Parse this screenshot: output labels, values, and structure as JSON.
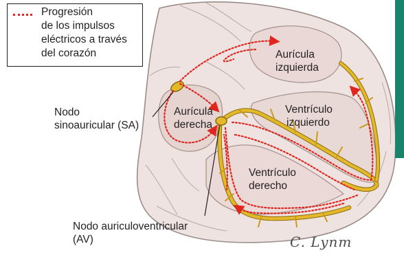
{
  "legend": {
    "line_style": "dotted",
    "line_color": "#e0261f",
    "lines": [
      "Progresión",
      "de los impulsos",
      "eléctricos a través",
      "del corazón"
    ]
  },
  "labels": {
    "auricula_izquierda": [
      "Aurícula",
      "izquierda"
    ],
    "auricula_derecha": [
      "Aurícula",
      "derecha"
    ],
    "ventriculo_izquierdo": [
      "Ventrículo",
      "izquierdo"
    ],
    "ventriculo_derecho": [
      "Ventrículo",
      "derecho"
    ],
    "nodo_sa": [
      "Nodo",
      "sinoauricular (SA)"
    ],
    "nodo_av": [
      "Nodo auriculoventricular",
      "(AV)"
    ]
  },
  "signature": "C. Lynm",
  "colors": {
    "conduction": "#e3b92a",
    "conduction_outline": "#8a6a10",
    "impulse": "#e0261f",
    "heart_tissue": "#efe3e1",
    "heart_outline": "#9a8c88",
    "accent_tab": "#17856c"
  }
}
